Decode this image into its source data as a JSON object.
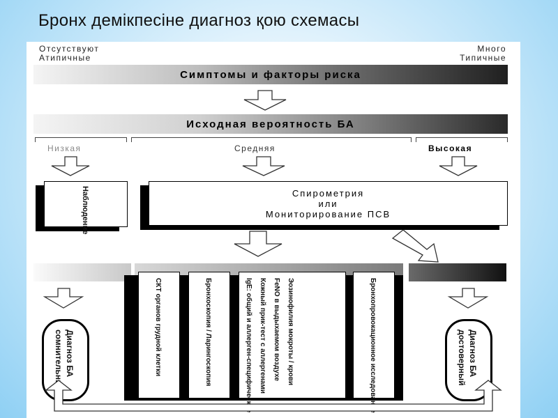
{
  "title": "Бронх демікпесіне диагноз қою схемасы",
  "scale": {
    "left": [
      "Отсутствуют",
      "Атипичные"
    ],
    "right": [
      "Много",
      "Типичные"
    ]
  },
  "bars": {
    "symptoms": "Симптомы и факторы риска",
    "probability": "Исходная вероятность БА"
  },
  "levels": {
    "low": "Низкая",
    "medium": "Средняя",
    "high": "Высокая"
  },
  "observation": "Наблюдение",
  "spirometry": [
    "Спирометрия",
    "или",
    "Мониторирование ПСВ"
  ],
  "tests": [
    "СКТ органов грудной клетки",
    "Бронхоскопия / Ларингоскопия",
    "IgE: общий и аллерген-специфические",
    "Кожный прик-тест с аллергенами",
    "FeNO в выдыхаемом воздухе",
    "Эозинофилия мокроты / крови",
    "Бронхопровокационное исследование"
  ],
  "diagnosis": {
    "doubtful": [
      "Диагноз БА",
      "сомнительный"
    ],
    "confirmed": [
      "Диагноз БА",
      "достоверный"
    ]
  }
}
